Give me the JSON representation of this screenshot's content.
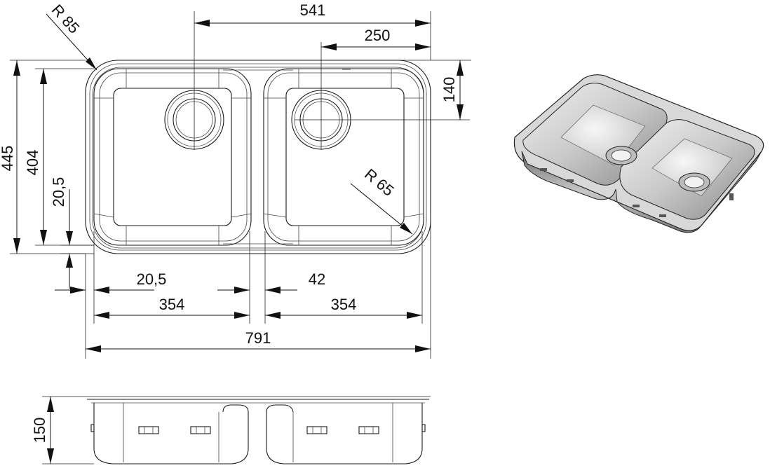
{
  "dimensions": {
    "r85": "R 85",
    "d541": "541",
    "d250": "250",
    "d140": "140",
    "d445": "445",
    "d404": "404",
    "d20_5_v": "20,5",
    "r65": "R 65",
    "d20_5_h": "20,5",
    "d42": "42",
    "d354_left": "354",
    "d354_right": "354",
    "d791": "791",
    "d150": "150"
  },
  "colors": {
    "line": "#1a1a1a",
    "steel_dark": "#4a4a4a",
    "steel_mid": "#9a9a9a",
    "steel_light": "#e6e6e6"
  }
}
